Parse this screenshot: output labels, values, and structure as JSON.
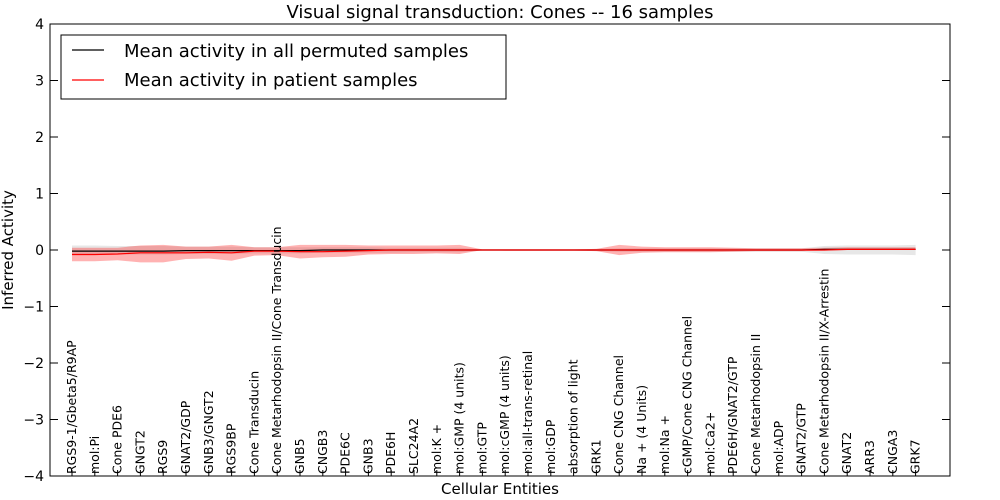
{
  "chart_data": {
    "type": "line",
    "title": "Visual signal transduction: Cones -- 16 samples",
    "xlabel": "Cellular Entities",
    "ylabel": "Inferred Activity",
    "ylim": [
      -4,
      4
    ],
    "yticks": [
      "4",
      "3",
      "2",
      "1",
      "0",
      "−1",
      "−2",
      "−3",
      "−4"
    ],
    "legend_position": "top-left",
    "categories": [
      "RGS9-1/Gbeta5/R9AP",
      "mol:Pi",
      "Cone PDE6",
      "GNGT2",
      "RGS9",
      "GNAT2/GDP",
      "GNB3/GNGT2",
      "RGS9BP",
      "Cone Transducin",
      "Cone Metarhodopsin II/Cone Transducin",
      "GNB5",
      "CNGB3",
      "PDE6C",
      "GNB3",
      "PDE6H",
      "SLC24A2",
      "mol:K +",
      "mol:GMP (4 units)",
      "mol:GTP",
      "mol:cGMP (4 units)",
      "mol:all-trans-retinal",
      "mol:GDP",
      "absorption of light",
      "GRK1",
      "Cone CNG Channel",
      "Na + (4 Units)",
      "mol:Na +",
      "cGMP/Cone CNG Channel",
      "mol:Ca2+",
      "PDE6H/GNAT2/GTP",
      "Cone Metarhodopsin II",
      "mol:ADP",
      "GNAT2/GTP",
      "Cone Metarhodopsin II/X-Arrestin",
      "GNAT2",
      "ARR3",
      "CNGA3",
      "GRK7"
    ],
    "series": [
      {
        "name": "Mean activity in all permuted samples",
        "color": "#000000",
        "values": [
          -0.02,
          -0.02,
          -0.02,
          -0.02,
          -0.02,
          -0.01,
          -0.01,
          -0.01,
          -0.01,
          -0.01,
          -0.01,
          0,
          0,
          0,
          0,
          0,
          0,
          0,
          0,
          0,
          0,
          0,
          0,
          0,
          0,
          0,
          0,
          0,
          0,
          0,
          0,
          0,
          0,
          0.01,
          0.01,
          0.01,
          0.01,
          0.01
        ],
        "lower": [
          -0.09,
          -0.09,
          -0.08,
          -0.08,
          -0.08,
          -0.07,
          -0.07,
          -0.07,
          -0.06,
          -0.06,
          -0.06,
          -0.05,
          -0.05,
          -0.05,
          -0.05,
          -0.04,
          -0.04,
          -0.04,
          -0.01,
          -0.01,
          -0.01,
          -0.01,
          -0.01,
          -0.02,
          -0.03,
          -0.03,
          -0.03,
          -0.03,
          -0.03,
          -0.03,
          -0.03,
          -0.03,
          -0.03,
          -0.07,
          -0.08,
          -0.08,
          -0.08,
          -0.09
        ],
        "upper": [
          0.08,
          0.08,
          0.07,
          0.07,
          0.07,
          0.06,
          0.06,
          0.06,
          0.05,
          0.05,
          0.05,
          0.05,
          0.05,
          0.05,
          0.04,
          0.04,
          0.04,
          0.04,
          0.01,
          0.01,
          0.01,
          0.01,
          0.01,
          0.02,
          0.03,
          0.03,
          0.03,
          0.03,
          0.03,
          0.03,
          0.03,
          0.03,
          0.03,
          0.07,
          0.08,
          0.08,
          0.08,
          0.09
        ]
      },
      {
        "name": "Mean activity in patient samples",
        "color": "#ff0000",
        "values": [
          -0.08,
          -0.08,
          -0.07,
          -0.05,
          -0.05,
          -0.05,
          -0.04,
          -0.05,
          -0.02,
          -0.02,
          -0.03,
          -0.03,
          -0.02,
          -0.01,
          0,
          0,
          0,
          0,
          0,
          0,
          0,
          0,
          0,
          0,
          0,
          0,
          0,
          0,
          0,
          0,
          0,
          0,
          0,
          0,
          0.01,
          0.01,
          0.01,
          0.01
        ],
        "lower": [
          -0.2,
          -0.2,
          -0.18,
          -0.22,
          -0.22,
          -0.16,
          -0.15,
          -0.19,
          -0.1,
          -0.09,
          -0.15,
          -0.13,
          -0.12,
          -0.08,
          -0.07,
          -0.07,
          -0.06,
          -0.07,
          0,
          -0.01,
          -0.01,
          -0.01,
          -0.01,
          -0.02,
          -0.09,
          -0.05,
          -0.04,
          -0.04,
          -0.04,
          -0.03,
          -0.02,
          -0.02,
          -0.02,
          -0.01,
          0,
          0,
          0,
          0
        ],
        "upper": [
          0.04,
          0.04,
          0.04,
          0.08,
          0.09,
          0.06,
          0.06,
          0.09,
          0.05,
          0.05,
          0.09,
          0.09,
          0.09,
          0.08,
          0.08,
          0.08,
          0.08,
          0.09,
          0.01,
          0.01,
          0.01,
          0.01,
          0.01,
          0.02,
          0.09,
          0.06,
          0.05,
          0.05,
          0.05,
          0.04,
          0.03,
          0.03,
          0.03,
          0.04,
          0.05,
          0.05,
          0.05,
          0.05
        ]
      }
    ]
  }
}
